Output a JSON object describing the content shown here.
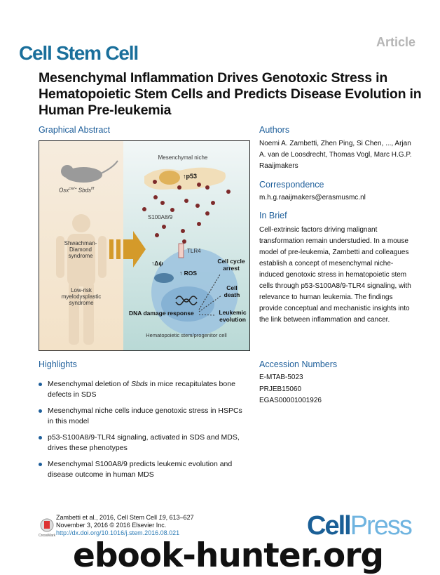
{
  "header": {
    "journal": "Cell Stem Cell",
    "article_type": "Article",
    "title": "Mesenchymal Inflammation Drives Genotoxic Stress in Hematopoietic Stem Cells and Predicts Disease Evolution in Human Pre-leukemia"
  },
  "graphical_abstract": {
    "heading": "Graphical Abstract",
    "labels": {
      "niche": "Mesenchymal niche",
      "p53": "p53",
      "mouse": "Osx",
      "mouse_sup1": "cre/+",
      "mouse2": "Sbds",
      "mouse_sup2": "f/f",
      "s100": "S100A8/9",
      "tlr4": "TLR4",
      "sds": "Shwachman-Diamond syndrome",
      "mds": "Low-risk myelodysplastic syndrome",
      "dpsi": "Δψ",
      "ros": "ROS",
      "dna": "DNA damage response",
      "arrest": "Cell cycle arrest",
      "death": "Cell death",
      "leuk": "Leukemic evolution",
      "hspc": "Hematopoietic stem/progenitor cell"
    }
  },
  "authors": {
    "heading": "Authors",
    "text": "Noemi A. Zambetti, Zhen Ping, Si Chen, ..., Arjan A. van de Loosdrecht, Thomas Vogl, Marc H.G.P. Raaijmakers"
  },
  "correspondence": {
    "heading": "Correspondence",
    "email": "m.h.g.raaijmakers@erasmusmc.nl"
  },
  "in_brief": {
    "heading": "In Brief",
    "text": "Cell-extrinsic factors driving malignant transformation remain understudied. In a mouse model of pre-leukemia, Zambetti and colleagues establish a concept of mesenchymal niche-induced genotoxic stress in hematopoietic stem cells through p53-S100A8/9-TLR4 signaling, with relevance to human leukemia. The findings provide conceptual and mechanistic insights into the link between inflammation and cancer."
  },
  "highlights": {
    "heading": "Highlights",
    "items": [
      {
        "pre": "Mesenchymal deletion of ",
        "em": "Sbds",
        "post": " in mice recapitulates bone defects in SDS"
      },
      {
        "pre": "Mesenchymal niche cells induce genotoxic stress in HSPCs in this model",
        "em": "",
        "post": ""
      },
      {
        "pre": "p53-S100A8/9-TLR4 signaling, activated in SDS and MDS, drives these phenotypes",
        "em": "",
        "post": ""
      },
      {
        "pre": "Mesenchymal S100A8/9 predicts leukemic evolution and disease outcome in human MDS",
        "em": "",
        "post": ""
      }
    ]
  },
  "accession": {
    "heading": "Accession Numbers",
    "items": [
      "E-MTAB-5023",
      "PRJEB15060",
      "EGAS00001001926"
    ]
  },
  "footer": {
    "citation_pre": "Zambetti et al., 2016, Cell Stem Cell ",
    "volume": "19",
    "citation_post": ", 613–627",
    "date": "November 3, 2016 © 2016 Elsevier Inc.",
    "doi": "http://dx.doi.org/10.1016/j.stem.2016.08.021",
    "crossmark": "CrossMark"
  },
  "logo": {
    "cell": "Cell",
    "press": "Press"
  },
  "watermark": "ebook-hunter.org",
  "colors": {
    "accent": "#1d5e9a",
    "journal": "#1a6f9b",
    "cellpress_dark": "#1a5f96",
    "cellpress_light": "#6fb4e0"
  }
}
